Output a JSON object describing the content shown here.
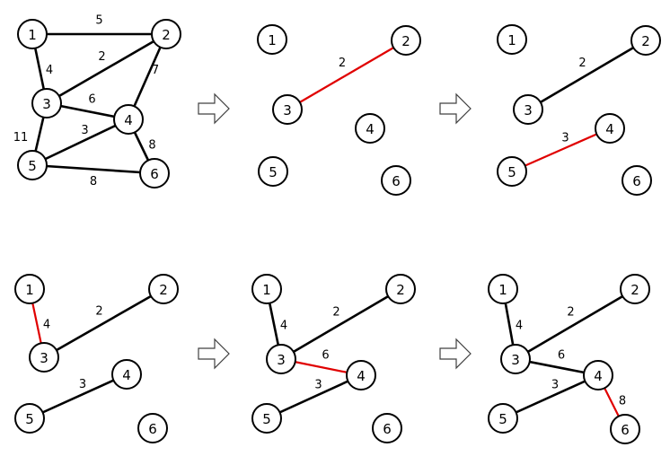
{
  "colors": {
    "edge": "#000000",
    "highlight": "#e00000"
  },
  "steps": [
    {
      "name": "original-graph",
      "nodes": [
        "1",
        "2",
        "3",
        "4",
        "5",
        "6"
      ],
      "edges": [
        {
          "from": "1",
          "to": "2",
          "weight": "5",
          "state": "normal"
        },
        {
          "from": "1",
          "to": "3",
          "weight": "4",
          "state": "normal"
        },
        {
          "from": "3",
          "to": "2",
          "weight": "2",
          "state": "normal"
        },
        {
          "from": "4",
          "to": "2",
          "weight": "7",
          "state": "normal"
        },
        {
          "from": "3",
          "to": "4",
          "weight": "6",
          "state": "normal"
        },
        {
          "from": "3",
          "to": "5",
          "weight": "11",
          "state": "normal"
        },
        {
          "from": "5",
          "to": "4",
          "weight": "3",
          "state": "normal"
        },
        {
          "from": "4",
          "to": "6",
          "weight": "8",
          "state": "normal"
        },
        {
          "from": "5",
          "to": "6",
          "weight": "8",
          "state": "normal"
        }
      ]
    },
    {
      "name": "step-1",
      "nodes": [
        "1",
        "2",
        "3",
        "4",
        "5",
        "6"
      ],
      "edges": [
        {
          "from": "3",
          "to": "2",
          "weight": "2",
          "state": "new"
        }
      ]
    },
    {
      "name": "step-2",
      "nodes": [
        "1",
        "2",
        "3",
        "4",
        "5",
        "6"
      ],
      "edges": [
        {
          "from": "3",
          "to": "2",
          "weight": "2",
          "state": "normal"
        },
        {
          "from": "5",
          "to": "4",
          "weight": "3",
          "state": "new"
        }
      ]
    },
    {
      "name": "step-3",
      "nodes": [
        "1",
        "2",
        "3",
        "4",
        "5",
        "6"
      ],
      "edges": [
        {
          "from": "1",
          "to": "3",
          "weight": "4",
          "state": "new"
        },
        {
          "from": "3",
          "to": "2",
          "weight": "2",
          "state": "normal"
        },
        {
          "from": "5",
          "to": "4",
          "weight": "3",
          "state": "normal"
        }
      ]
    },
    {
      "name": "step-4",
      "nodes": [
        "1",
        "2",
        "3",
        "4",
        "5",
        "6"
      ],
      "edges": [
        {
          "from": "1",
          "to": "3",
          "weight": "4",
          "state": "normal"
        },
        {
          "from": "3",
          "to": "2",
          "weight": "2",
          "state": "normal"
        },
        {
          "from": "3",
          "to": "4",
          "weight": "6",
          "state": "new"
        },
        {
          "from": "5",
          "to": "4",
          "weight": "3",
          "state": "normal"
        }
      ]
    },
    {
      "name": "step-5",
      "nodes": [
        "1",
        "2",
        "3",
        "4",
        "5",
        "6"
      ],
      "edges": [
        {
          "from": "1",
          "to": "3",
          "weight": "4",
          "state": "normal"
        },
        {
          "from": "3",
          "to": "2",
          "weight": "2",
          "state": "normal"
        },
        {
          "from": "3",
          "to": "4",
          "weight": "6",
          "state": "normal"
        },
        {
          "from": "5",
          "to": "4",
          "weight": "3",
          "state": "normal"
        },
        {
          "from": "4",
          "to": "6",
          "weight": "8",
          "state": "new"
        }
      ]
    }
  ],
  "arrows": [
    "arrow-1",
    "arrow-2",
    "arrow-3",
    "arrow-4"
  ]
}
